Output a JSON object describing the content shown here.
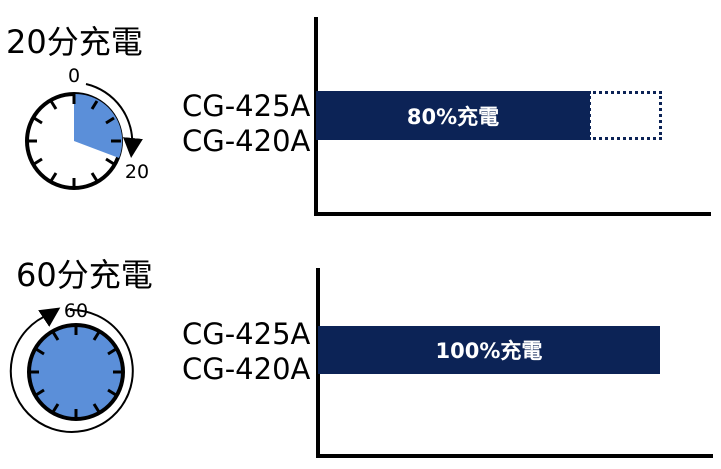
{
  "sections": [
    {
      "title": "20分充電",
      "clock": {
        "start_label": "0",
        "end_label": "20",
        "elapsed_minutes": 20
      },
      "models": [
        "CG-425A",
        "CG-420A"
      ],
      "bar": {
        "label": "80%充電",
        "percent": 80
      }
    },
    {
      "title": "60分充電",
      "clock": {
        "start_label": "60",
        "elapsed_minutes": 60
      },
      "models": [
        "CG-425A",
        "CG-420A"
      ],
      "bar": {
        "label": "100%充電",
        "percent": 100
      }
    }
  ],
  "colors": {
    "bar": "#0c2356",
    "clock_fill": "#5b8fd9",
    "outline": "#000000"
  }
}
